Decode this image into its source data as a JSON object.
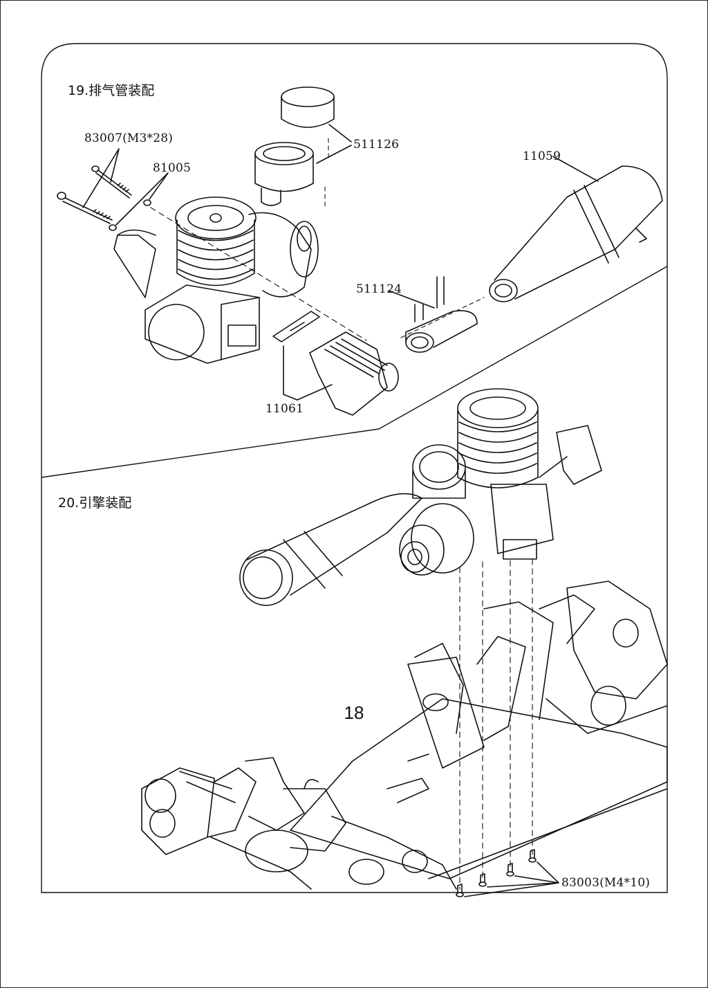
{
  "sections": [
    {
      "number": "19.",
      "title": "排气管装配"
    },
    {
      "number": "20.",
      "title": "引擎装配"
    }
  ],
  "callouts": {
    "screw_long": "83007(M3*28)",
    "washer": "81005",
    "pipe_cap": "511126",
    "exhaust_pipe": "11059",
    "coupler": "511124",
    "manifold": "11061",
    "engine_screws": "83003(M4*10)"
  },
  "page_number": "18"
}
